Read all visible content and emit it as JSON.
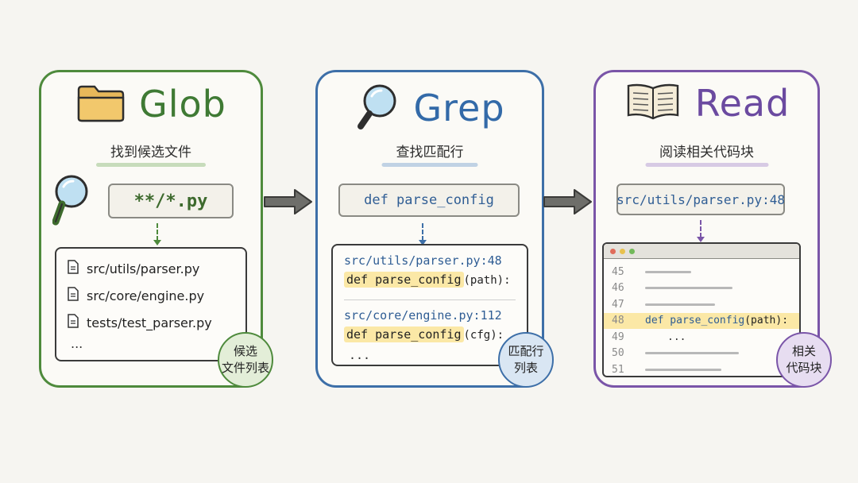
{
  "panels": {
    "glob": {
      "title": "Glob",
      "subtitle": "找到候选文件",
      "query": "**/*.py",
      "files": [
        "src/utils/parser.py",
        "src/core/engine.py",
        "tests/test_parser.py"
      ],
      "ellipsis": "...",
      "badge_line1": "候选",
      "badge_line2": "文件列表",
      "color": "#4e8a3c"
    },
    "grep": {
      "title": "Grep",
      "subtitle": "查找匹配行",
      "query": "def parse_config",
      "match1_path": "src/utils/parser.py:48",
      "match1_code": "def parse_config",
      "match1_args": "(path):",
      "match2_path": "src/core/engine.py:112",
      "match2_code": "def parse_config",
      "match2_args": "(cfg):",
      "ellipsis": "...",
      "badge_line1": "匹配行",
      "badge_line2": "列表",
      "color": "#3d6fa8"
    },
    "read": {
      "title": "Read",
      "subtitle": "阅读相关代码块",
      "query": "src/utils/parser.py:48",
      "line_numbers": [
        "45",
        "46",
        "47",
        "48",
        "49",
        "50",
        "51"
      ],
      "highlight_code": "def parse_config",
      "highlight_args": "(path):",
      "ellipsis": "...",
      "badge_line1": "相关",
      "badge_line2": "代码块",
      "color": "#7a55a8"
    }
  },
  "icons": [
    "folder-icon",
    "magnifier-icon",
    "book-icon",
    "file-icon",
    "window-dots-icon",
    "arrow-right-icon"
  ]
}
